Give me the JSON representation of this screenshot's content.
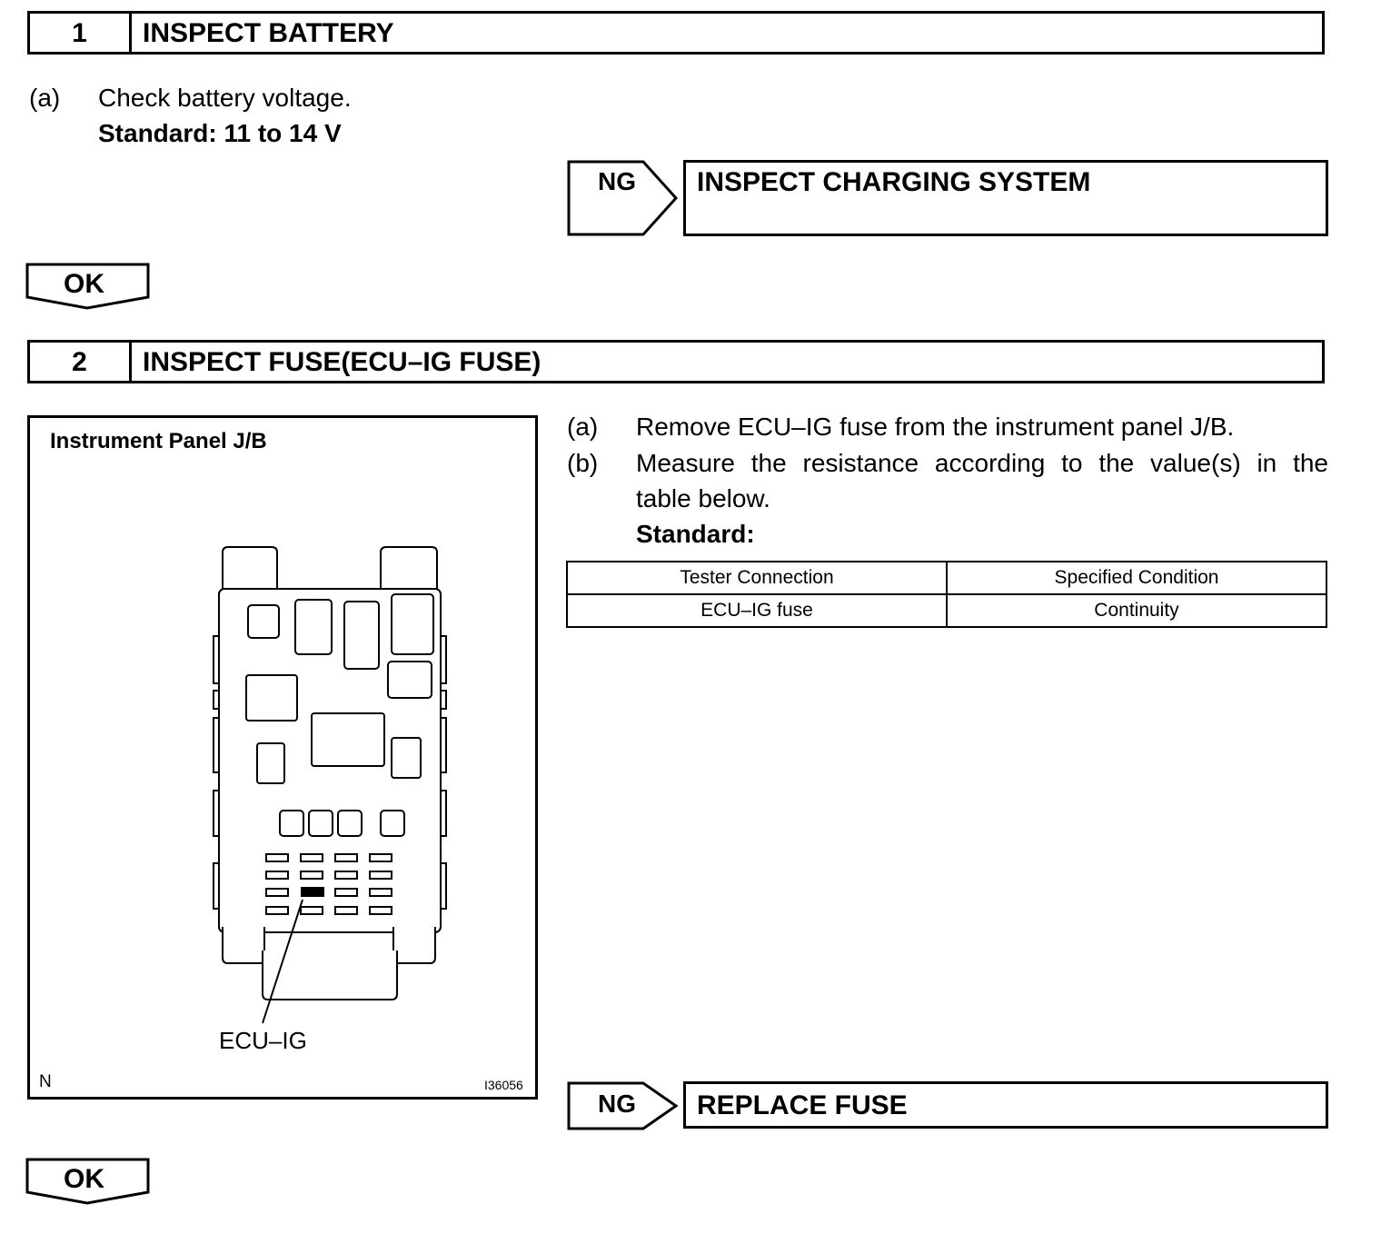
{
  "step1": {
    "number": "1",
    "title": "INSPECT BATTERY",
    "item_a_marker": "(a)",
    "item_a_text": "Check battery voltage.",
    "standard": "Standard: 11 to 14 V",
    "ng_label": "NG",
    "ng_result": "INSPECT CHARGING SYSTEM",
    "ok_label": "OK"
  },
  "step2": {
    "number": "2",
    "title": "INSPECT FUSE(ECU–IG FUSE)",
    "item_a_marker": "(a)",
    "item_a_text": "Remove ECU–IG fuse from the instrument panel J/B.",
    "item_b_marker": "(b)",
    "item_b_line1": "Measure the resistance according to the value(s) in the",
    "item_b_line2": "table below.",
    "standard_label": "Standard:",
    "table": {
      "headers": [
        "Tester Connection",
        "Specified Condition"
      ],
      "rows": [
        [
          "ECU–IG fuse",
          "Continuity"
        ]
      ]
    },
    "figure": {
      "title": "Instrument Panel J/B",
      "callout": "ECU–IG",
      "corner_left": "N",
      "corner_right": "I36056"
    },
    "ng_label": "NG",
    "ng_result": "REPLACE FUSE",
    "ok_label": "OK"
  }
}
